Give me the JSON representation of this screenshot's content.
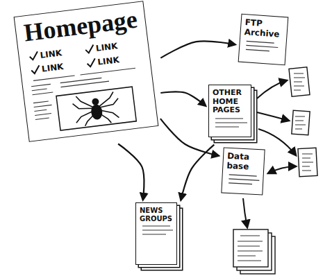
{
  "diagram": {
    "nodes": [
      {
        "text": [
          "Homepage",
          "LINK",
          "LINK",
          "LINK",
          "LINK"
        ]
      },
      {
        "text": [
          "FTP Archive"
        ]
      },
      {
        "text": [
          "OTHER HOME PAGES"
        ]
      },
      {
        "text": [
          "Data base"
        ]
      },
      {
        "text": [
          "NEWS GROUPS"
        ]
      }
    ],
    "edges": [
      {
        "from": 0,
        "to": 1,
        "arrow": "to"
      },
      {
        "from": 0,
        "to": 2,
        "arrow": "to"
      },
      {
        "from": 0,
        "to": 3,
        "arrow": "to"
      },
      {
        "from": 0,
        "to": 4,
        "arrow": "to"
      },
      {
        "from": 2,
        "to": 4,
        "arrow": "to"
      }
    ]
  }
}
